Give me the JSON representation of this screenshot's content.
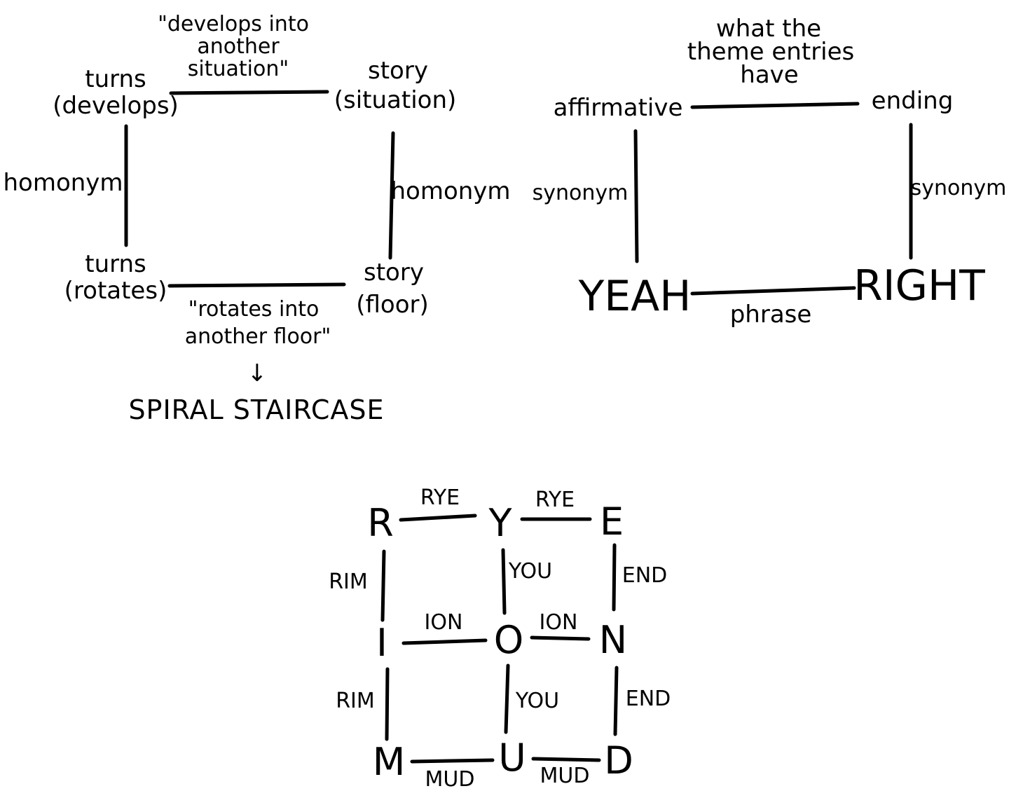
{
  "diagrams": {
    "turns_story": {
      "nodes": {
        "top_left": [
          "turns",
          "(develops)"
        ],
        "top_right": [
          "story",
          "(situation)"
        ],
        "bottom_left": [
          "turns",
          "(rotates)"
        ],
        "bottom_right": [
          "story",
          "(floor)"
        ]
      },
      "edges": {
        "top": [
          "\"develops into",
          "another",
          "situation\""
        ],
        "left": "homonym",
        "right": "homonym",
        "bottom": [
          "\"rotates into",
          "another floor\""
        ]
      },
      "arrow": "↓",
      "result": "SPIRAL STAIRCASE"
    },
    "yeah_right": {
      "nodes": {
        "top_left": "affirmative",
        "top_right": "ending",
        "bottom_left": "YEAH",
        "bottom_right": "RIGHT"
      },
      "edges": {
        "top": [
          "what the",
          "theme entries",
          "have"
        ],
        "left": "synonym",
        "right": "synonym",
        "bottom": "phrase"
      }
    },
    "letter_grid": {
      "letters": [
        [
          "R",
          "Y",
          "E"
        ],
        [
          "I",
          "O",
          "N"
        ],
        [
          "M",
          "U",
          "D"
        ]
      ],
      "row_words": [
        "RYE",
        "ION",
        "MUD"
      ],
      "column_words": [
        "RIM",
        "YOU",
        "END"
      ]
    }
  }
}
